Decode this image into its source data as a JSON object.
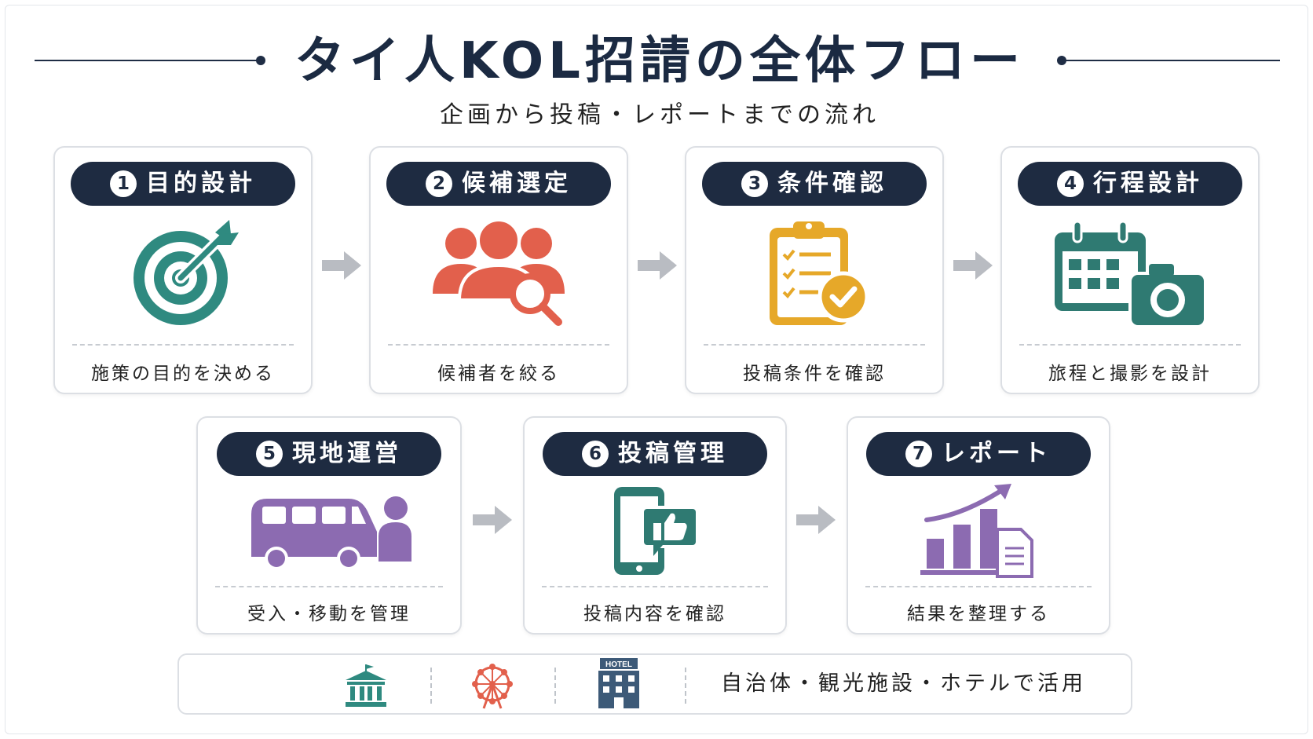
{
  "header": {
    "title": "タイ人KOL招請の全体フロー",
    "subtitle": "企画から投稿・レポートまでの流れ"
  },
  "steps": [
    {
      "number": "1",
      "label": "目的設計",
      "description": "施策の目的を決める",
      "icon": "target-icon",
      "color": "#2f8a80"
    },
    {
      "number": "2",
      "label": "候補選定",
      "description": "候補者を絞る",
      "icon": "people-search-icon",
      "color": "#e2604c"
    },
    {
      "number": "3",
      "label": "条件確認",
      "description": "投稿条件を確認",
      "icon": "clipboard-check-icon",
      "color": "#e6a829"
    },
    {
      "number": "4",
      "label": "行程設計",
      "description": "旅程と撮影を設計",
      "icon": "calendar-camera-icon",
      "color": "#2f7a72"
    },
    {
      "number": "5",
      "label": "現地運営",
      "description": "受入・移動を管理",
      "icon": "van-person-icon",
      "color": "#8c6bb1"
    },
    {
      "number": "6",
      "label": "投稿管理",
      "description": "投稿内容を確認",
      "icon": "phone-like-icon",
      "color": "#2f7a72"
    },
    {
      "number": "7",
      "label": "レポート",
      "description": "結果を整理する",
      "icon": "growth-chart-report-icon",
      "color": "#8c6bb1"
    }
  ],
  "footer": {
    "hotel_sign": "HOTEL",
    "text": "自治体・観光施設・ホテルで活用",
    "icons": [
      "city-hall-icon",
      "ferris-wheel-icon",
      "hotel-icon"
    ]
  },
  "colors": {
    "navy": "#1e2b41",
    "arrow_gray": "#b9bcc2"
  }
}
